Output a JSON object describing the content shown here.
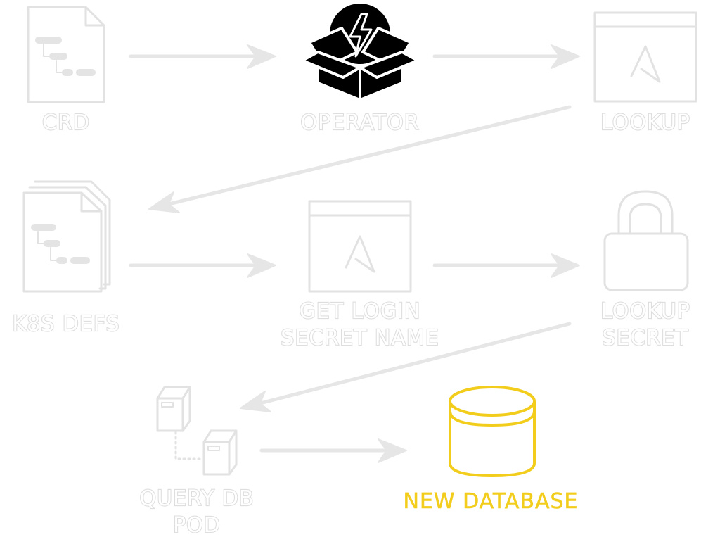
{
  "nodes": {
    "crd": {
      "label": "CRD"
    },
    "operator": {
      "label": "OPERATOR"
    },
    "lookup": {
      "label": "LOOKUP"
    },
    "k8s_defs": {
      "label": "K8S DEFS"
    },
    "get_login": {
      "label_line1": "GET LOGIN",
      "label_line2": "SECRET NAME"
    },
    "lookup_secret": {
      "label_line1": "LOOKUP",
      "label_line2": "SECRET"
    },
    "query_db": {
      "label_line1": "QUERY DB",
      "label_line2": "POD"
    },
    "new_database": {
      "label": "NEW DATABASE"
    }
  },
  "colors": {
    "faded": "#e2e2e2",
    "highlight": "#f2cd1c",
    "active_icon": "#000000"
  },
  "icons": {
    "crd": "document-icon",
    "operator": "power-box-icon",
    "lookup": "ansible-window-icon",
    "k8s_defs": "stacked-documents-icon",
    "get_login": "ansible-window-icon",
    "lookup_secret": "padlock-icon",
    "query_db": "servers-icon",
    "new_database": "database-icon"
  }
}
